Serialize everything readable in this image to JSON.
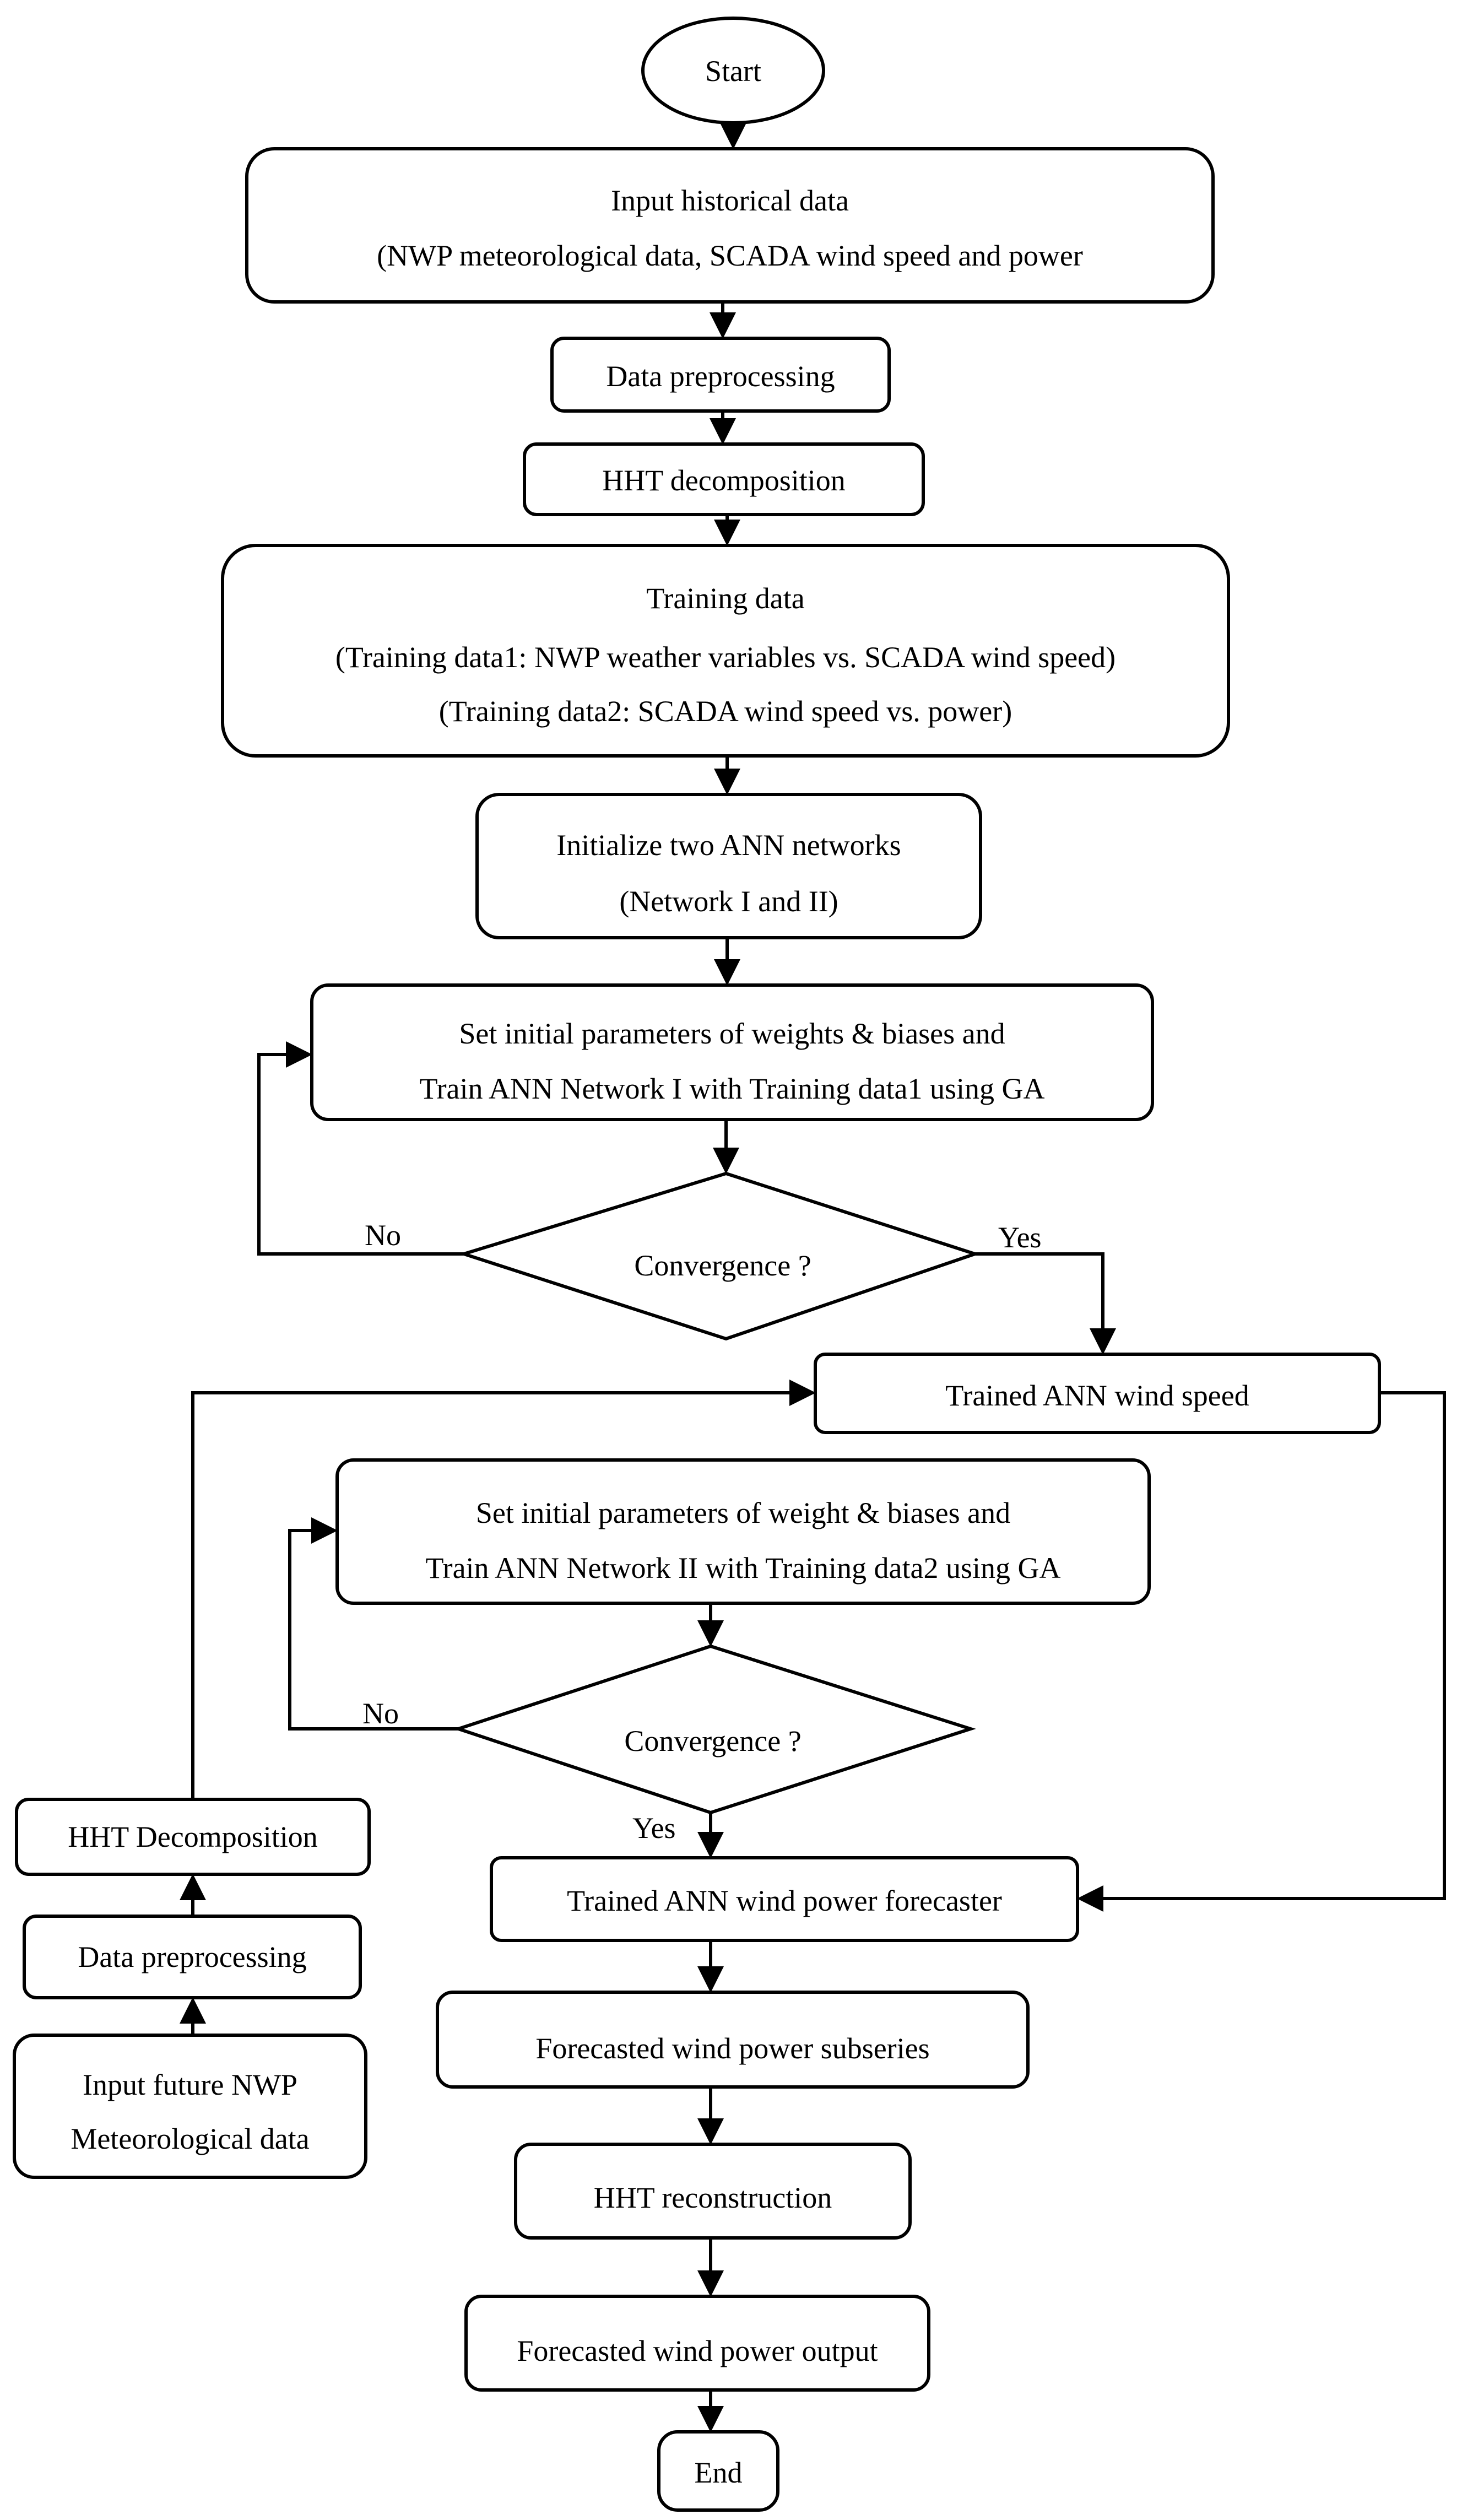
{
  "flowchart": {
    "start": "Start",
    "input_historical": {
      "line1": "Input historical data",
      "line2": "(NWP meteorological data, SCADA wind speed and power"
    },
    "data_preprocessing": "Data preprocessing",
    "hht_decomposition": "HHT decomposition",
    "training_data": {
      "line1": "Training data",
      "line2": "(Training data1: NWP weather variables vs. SCADA wind speed)",
      "line3": "(Training data2: SCADA wind speed vs. power)"
    },
    "init_networks": {
      "line1": "Initialize two ANN networks",
      "line2": "(Network I and II)"
    },
    "train_network_1": {
      "line1": "Set initial parameters of weights & biases and",
      "line2": "Train ANN Network I with Training data1 using GA"
    },
    "convergence_1": "Convergence ?",
    "no_1": "No",
    "yes_1": "Yes",
    "trained_wind_speed": "Trained ANN wind speed",
    "train_network_2": {
      "line1": "Set initial parameters of weight & biases and",
      "line2": "Train ANN Network II with Training data2 using GA"
    },
    "convergence_2": "Convergence ?",
    "no_2": "No",
    "yes_2": "Yes",
    "trained_power_forecaster": "Trained ANN wind power forecaster",
    "forecasted_subseries": "Forecasted wind power subseries",
    "hht_reconstruction": "HHT reconstruction",
    "forecasted_output": "Forecasted wind power output",
    "end": "End",
    "left_branch": {
      "hht_decomposition": "HHT Decomposition",
      "data_preprocessing": "Data preprocessing",
      "input_future": {
        "line1": "Input future NWP",
        "line2": "Meteorological data"
      }
    }
  }
}
